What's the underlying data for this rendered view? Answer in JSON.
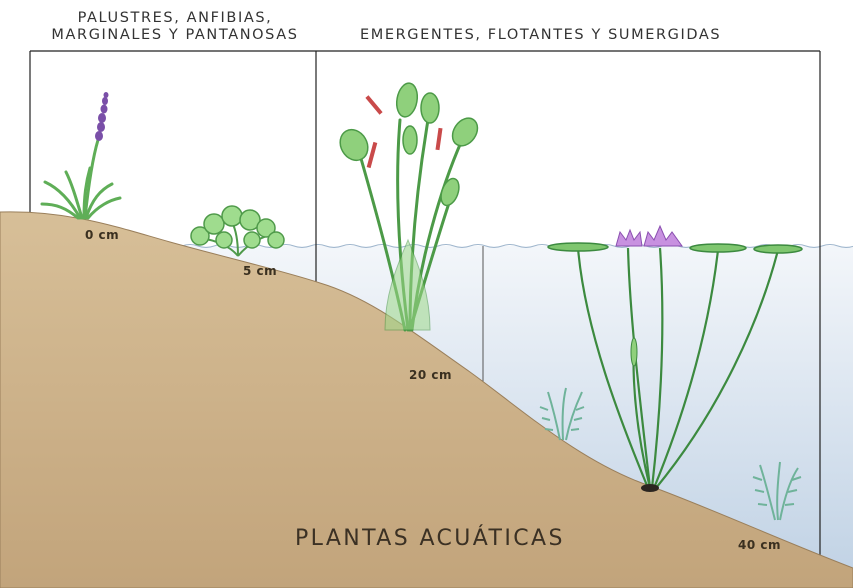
{
  "headers": {
    "left_line1": "PALUSTRES, ANFIBIAS,",
    "left_line2": "MARGINALES Y PANTANOSAS",
    "right": "EMERGENTES, FLOTANTES Y SUMERGIDAS"
  },
  "depth_labels": {
    "d0": "0 cm",
    "d5": "5 cm",
    "d20": "20 cm",
    "d40": "40 cm"
  },
  "title": "PLANTAS ACUÁTICAS",
  "colors": {
    "soil": "#c9ad86",
    "water": "#dfe8f1",
    "leaf": "#7fc66f",
    "flower": "#b77bd1"
  }
}
